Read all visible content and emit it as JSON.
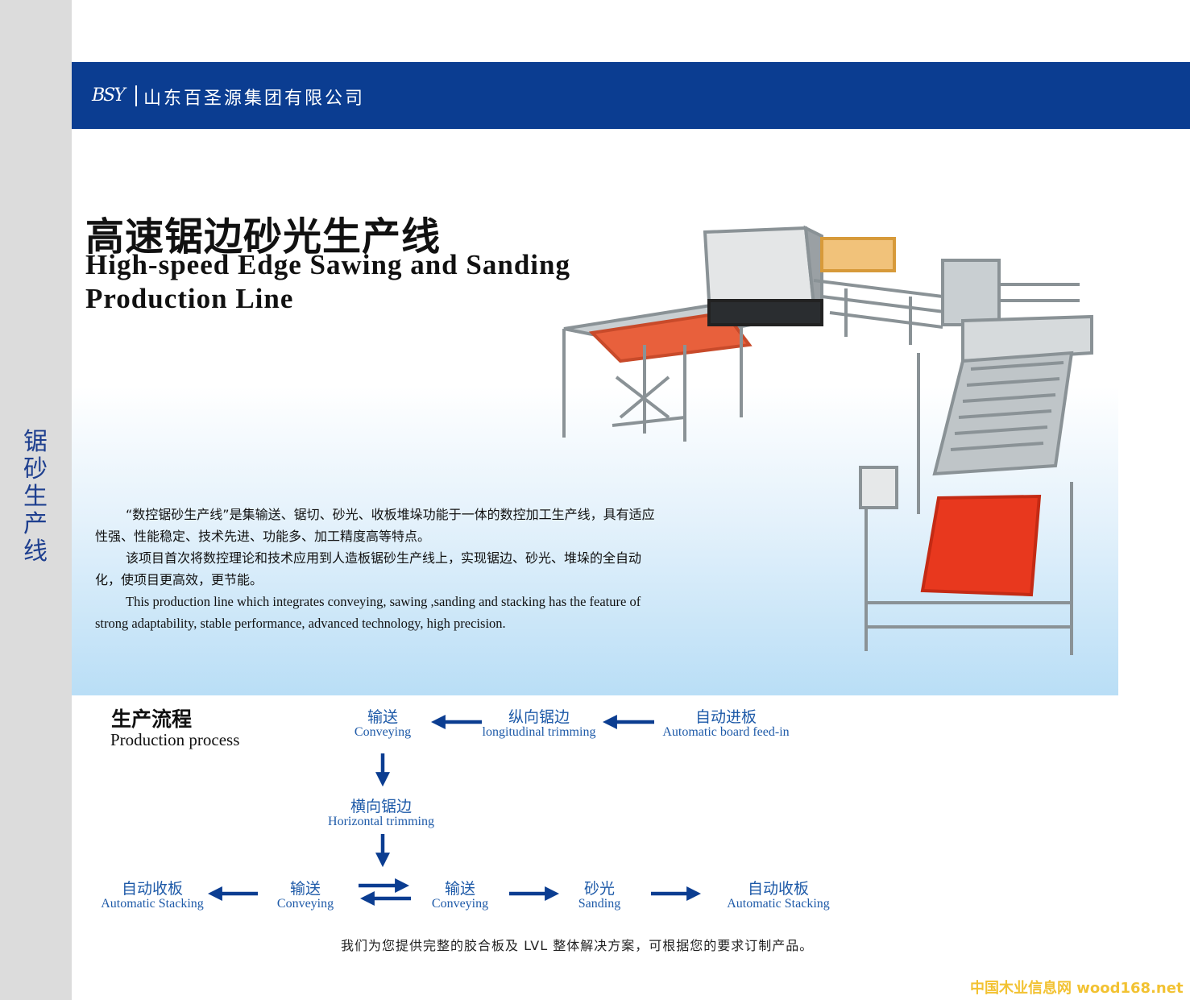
{
  "sidebar": {
    "label": "锯砂生产线"
  },
  "header": {
    "logo_text": "BSY",
    "company_name": "山东百圣源集团有限公司"
  },
  "title": {
    "cn": "高速锯边砂光生产线",
    "en": "High-speed Edge Sawing and Sanding Production Line"
  },
  "description": {
    "p1": "“数控锯砂生产线”是集输送、锯切、砂光、收板堆垛功能于一体的数控加工生产线，具有适应性强、性能稳定、技术先进、功能多、加工精度高等特点。",
    "p2": "该项目首次将数控理论和技术应用到人造板锯砂生产线上，实现锯边、砂光、堆垛的全自动化，使项目更高效，更节能。",
    "p3": "This production line which integrates conveying, sawing ,sanding and stacking has the feature of strong adaptability, stable performance, advanced technology, high precision."
  },
  "process": {
    "title_cn": "生产流程",
    "title_en": "Production process",
    "steps": [
      {
        "cn": "自动进板",
        "en": "Automatic board feed-in"
      },
      {
        "cn": "纵向锯边",
        "en": "longitudinal trimming"
      },
      {
        "cn": "输送",
        "en": "Conveying"
      },
      {
        "cn": "横向锯边",
        "en": "Horizontal trimming"
      },
      {
        "cn": "输送",
        "en": "Conveying"
      },
      {
        "cn": "自动收板",
        "en": "Automatic Stacking"
      },
      {
        "cn": "输送",
        "en": "Conveying"
      },
      {
        "cn": "砂光",
        "en": "Sanding"
      },
      {
        "cn": "自动收板",
        "en": "Automatic Stacking"
      }
    ]
  },
  "footer_note": "我们为您提供完整的胶合板及 LVL 整体解决方案，可根据您的要求订制产品。",
  "watermark": "中国木业信息网 wood168.net",
  "colors": {
    "header_blue": "#0b3d91",
    "process_blue": "#1e5aa8",
    "sidebar_gray": "#dcdcdc"
  }
}
